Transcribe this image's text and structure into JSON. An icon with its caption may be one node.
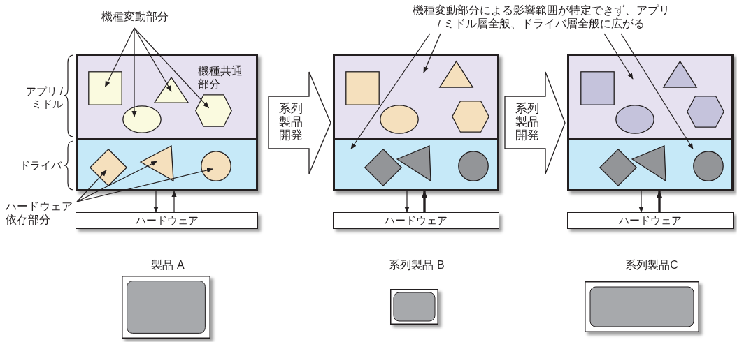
{
  "diagram": {
    "nodes": [
      {
        "text": [
          "機種変動部分"
        ]
      },
      {
        "text": [
          "機種変動部分による影響範囲が特定できず、アプリ / ミドル層全般、ドライバ層全般に広がる"
        ]
      },
      {
        "text": [],
        "shape": "box"
      },
      {
        "text": [
          "機種共通部分"
        ],
        "in": 2
      },
      {
        "text": [],
        "shape": "box",
        "in": 3
      },
      {
        "text": [],
        "shape": "ellipse",
        "in": 3
      },
      {
        "text": [],
        "shape": "triangle",
        "in": 3
      },
      {
        "text": [],
        "shape": "hexagon",
        "in": 3
      },
      {
        "text": [],
        "shape": "box",
        "in": 2
      },
      {
        "text": [],
        "shape": "diamond",
        "in": 8
      },
      {
        "text": [],
        "shape": "triangle",
        "in": 8
      },
      {
        "text": [],
        "shape": "circle",
        "in": 8
      },
      {
        "text": [],
        "shape": "box"
      },
      {
        "text": [],
        "shape": "box",
        "in": 12
      },
      {
        "text": [],
        "shape": "box",
        "in": 13
      },
      {
        "text": [],
        "shape": "ellipse",
        "in": 13
      },
      {
        "text": [],
        "shape": "triangle",
        "in": 13
      },
      {
        "text": [],
        "shape": "hexagon",
        "in": 13
      },
      {
        "text": [],
        "shape": "box",
        "in": 12
      },
      {
        "text": [],
        "shape": "diamond",
        "in": 18
      },
      {
        "text": [],
        "shape": "triangle",
        "in": 18
      },
      {
        "text": [],
        "shape": "circle",
        "in": 18
      },
      {
        "text": [],
        "shape": "box"
      },
      {
        "text": [],
        "shape": "box",
        "in": 22
      },
      {
        "text": [],
        "shape": "box",
        "in": 23
      },
      {
        "text": [],
        "shape": "ellipse",
        "in": 23
      },
      {
        "text": [],
        "shape": "triangle",
        "in": 23
      },
      {
        "text": [],
        "shape": "hexagon",
        "in": 23
      },
      {
        "text": [],
        "shape": "box",
        "in": 22
      },
      {
        "text": [],
        "shape": "diamond",
        "in": 28
      },
      {
        "text": [],
        "shape": "triangle",
        "in": 28
      },
      {
        "text": [],
        "shape": "circle",
        "in": 28
      },
      {
        "text": [
          "ハードウェア依存部分"
        ]
      },
      {
        "text": [
          "ハードウェア"
        ]
      },
      {
        "text": [
          "ハードウェア"
        ]
      },
      {
        "text": [
          "ハードウェア"
        ]
      },
      {
        "text": [],
        "shape": "box",
        "beside": [
          "製品 A"
        ]
      },
      {
        "text": [],
        "shape": "box",
        "beside": [
          "系列製品 B"
        ]
      },
      {
        "text": [],
        "shape": "box",
        "beside": [
          "系列製品C"
        ]
      }
    ],
    "edges": [
      {
        "from": 0,
        "to": 4,
        "arrow": "to"
      },
      {
        "from": 0,
        "to": 5,
        "arrow": "to"
      },
      {
        "from": 0,
        "to": 6,
        "arrow": "to"
      },
      {
        "from": 0,
        "to": 7,
        "arrow": "to"
      },
      {
        "from": 32,
        "to": 9,
        "arrow": "to"
      },
      {
        "from": 32,
        "to": 10,
        "arrow": "to"
      },
      {
        "from": 32,
        "to": 11,
        "arrow": "to"
      },
      {
        "from": 1,
        "to": 18,
        "arrow": "to"
      },
      {
        "from": 1,
        "to": 13,
        "arrow": "to"
      },
      {
        "from": 1,
        "to": 23,
        "arrow": "to"
      },
      {
        "from": 1,
        "to": 28,
        "arrow": "to"
      },
      {
        "from": 8,
        "to": 33,
        "arrow": "to"
      },
      {
        "from": 33,
        "to": 8,
        "arrow": "to"
      },
      {
        "from": 18,
        "to": 34,
        "arrow": "to"
      },
      {
        "from": 34,
        "to": 18,
        "arrow": "to",
        "style": "thick"
      },
      {
        "from": 28,
        "to": 35,
        "arrow": "to"
      },
      {
        "from": 35,
        "to": 28,
        "arrow": "to",
        "style": "thick"
      },
      {
        "from": 2,
        "to": 12,
        "arrow": "to",
        "label": "系列製品開発"
      },
      {
        "from": 12,
        "to": 22,
        "arrow": "to",
        "label": "系列製品開発"
      }
    ],
    "labels": [
      "アプリ / ミドル",
      "ドライバ"
    ]
  }
}
